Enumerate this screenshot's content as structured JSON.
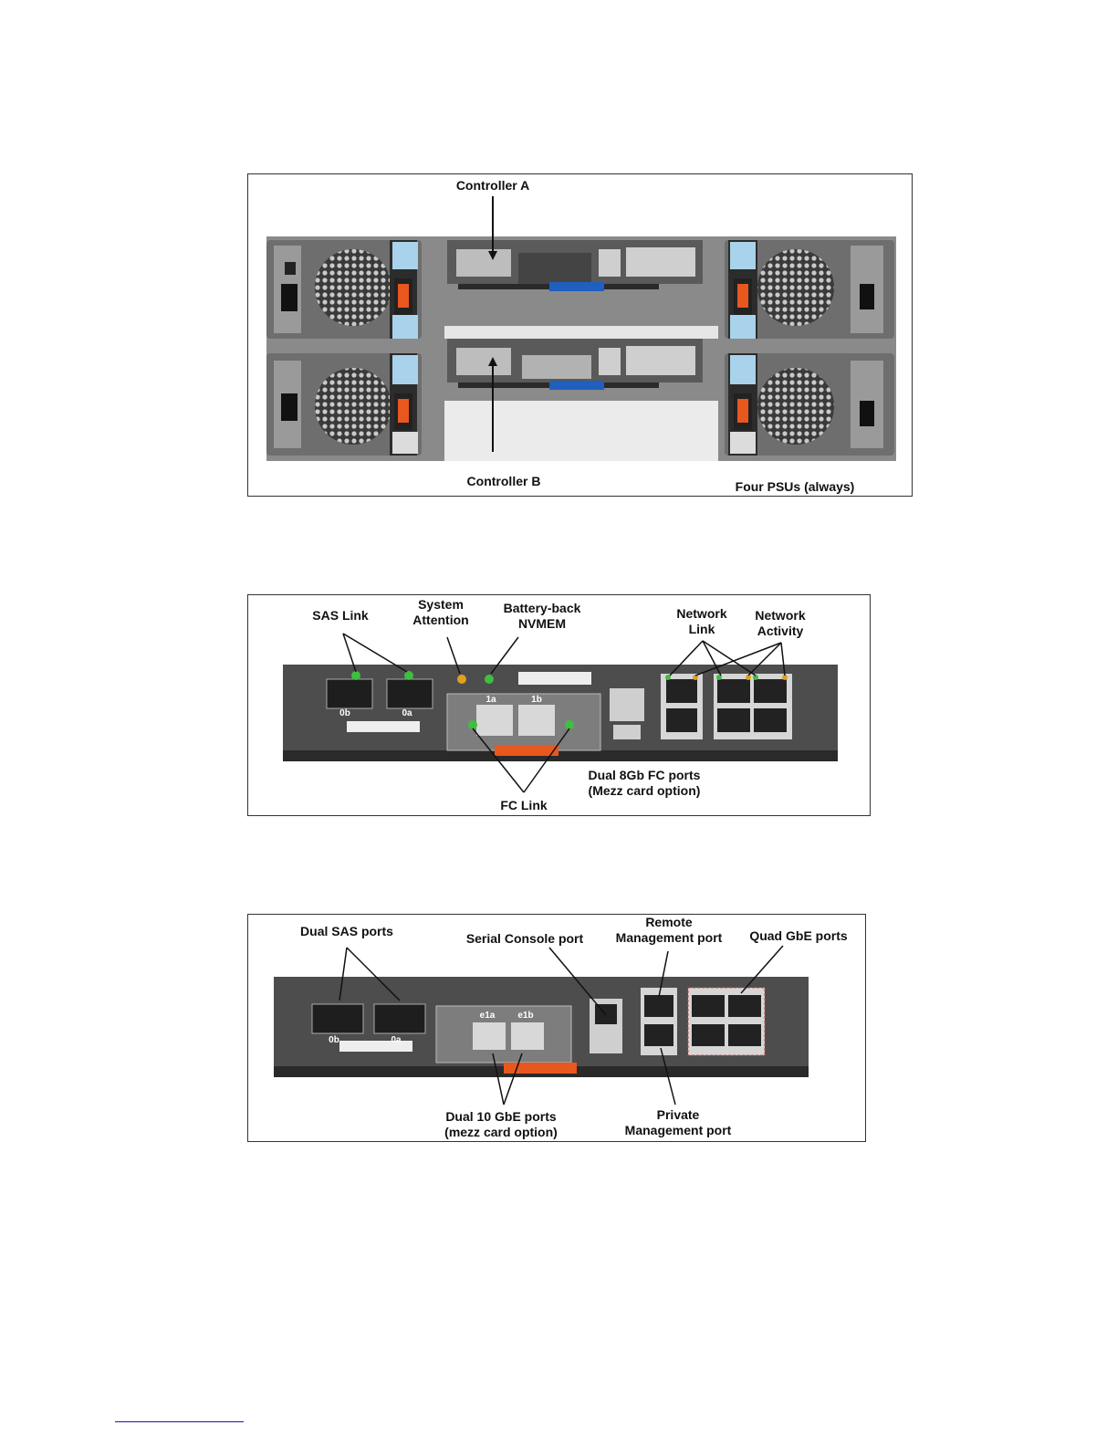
{
  "figure1": {
    "controller_a": "Controller A",
    "controller_b": "Controller B",
    "psu_note": "Four PSUs (always)"
  },
  "figure2": {
    "sas_link": "SAS Link",
    "system_attention_1": "System",
    "system_attention_2": "Attention",
    "battery_1": "Battery-back",
    "battery_2": "NVMEM",
    "network_link_1": "Network",
    "network_link_2": "Link",
    "network_activity_1": "Network",
    "network_activity_2": "Activity",
    "fc_ports_1": "Dual  8Gb FC ports",
    "fc_ports_2": "(Mezz card option)",
    "fc_link": "FC  Link",
    "port_1a": "1a",
    "port_1b": "1b",
    "port_0a": "0a",
    "port_0b": "0b"
  },
  "figure3": {
    "dual_sas": "Dual SAS ports",
    "serial_console": "Serial Console port",
    "remote_mgmt_1": "Remote",
    "remote_mgmt_2": "Management port",
    "quad_gbe": "Quad GbE ports",
    "dual_10gbe_1": "Dual 10 GbE ports",
    "dual_10gbe_2": "(mezz card option)",
    "private_mgmt_1": "Private",
    "private_mgmt_2": "Management port",
    "port_e1a": "e1a",
    "port_e1b": "e1b",
    "port_0a": "0a",
    "port_0b": "0b"
  }
}
